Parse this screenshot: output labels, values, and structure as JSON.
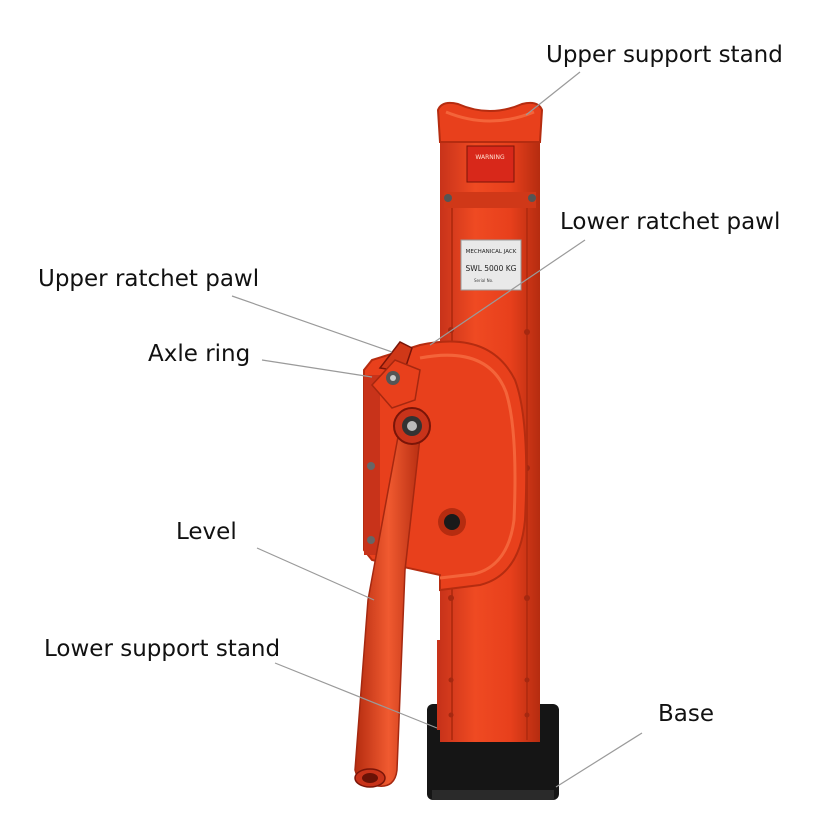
{
  "labels": {
    "upper_support_stand": "Upper support stand",
    "lower_ratchet_pawl": "Lower ratchet pawl",
    "upper_ratchet_pawl": "Upper ratchet pawl",
    "axle_ring": "Axle ring",
    "level": "Level",
    "lower_support_stand": "Lower support stand",
    "base": "Base"
  },
  "plate": {
    "title": "MECHANICAL JACK",
    "swl": "SWL 5000 KG",
    "serial": "Serial No."
  },
  "warning_label": "WARNING",
  "colors": {
    "body": "#e8401c",
    "body_dark": "#b52c10",
    "body_light": "#f4643a",
    "base": "#151515",
    "plate": "#e9e9e9",
    "leader": "#9a9a9a"
  }
}
